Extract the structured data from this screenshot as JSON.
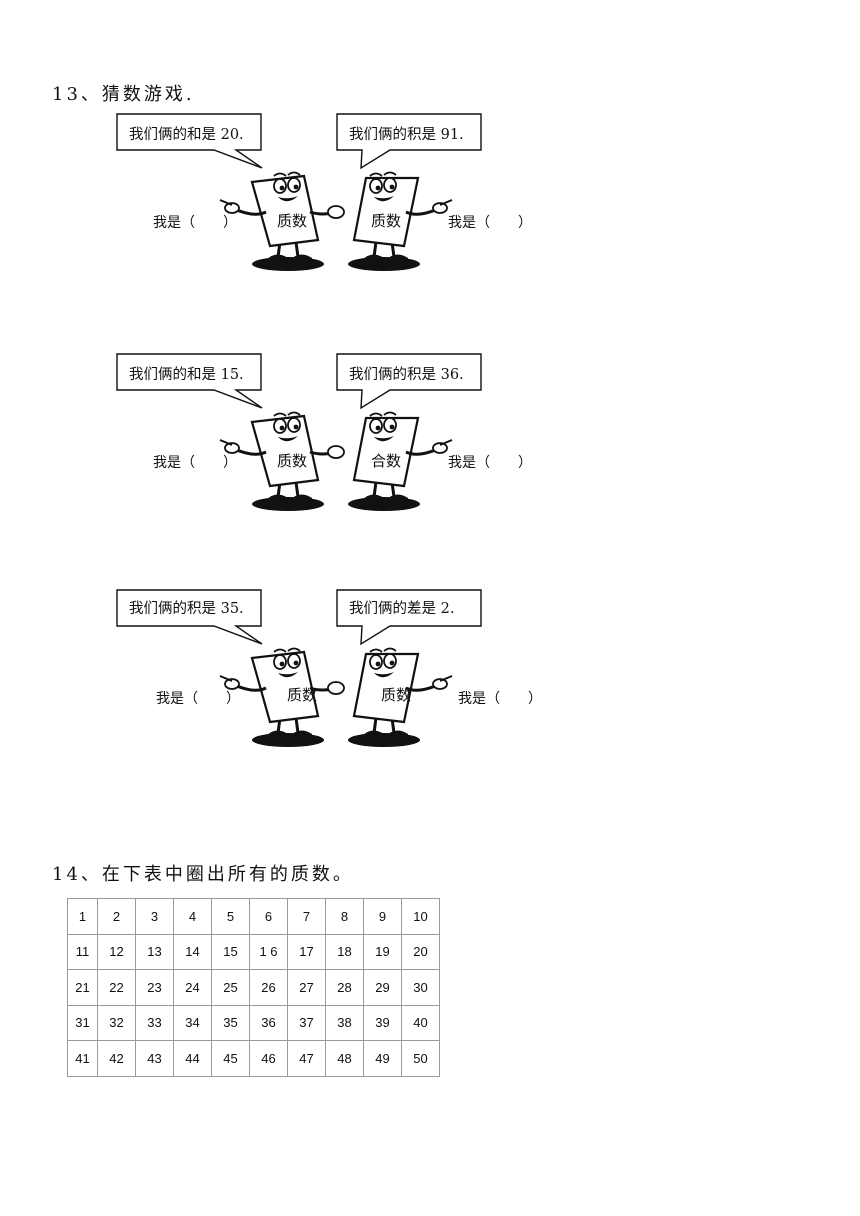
{
  "q13": {
    "title": "13、猜数游戏.",
    "scenes": [
      {
        "left_bubble": "我们俩的和是 20.",
        "right_bubble": "我们俩的积是 91.",
        "left_card": "质数",
        "right_card": "质数",
        "left_answer": "我是（　　）",
        "right_answer": "我是（　　）"
      },
      {
        "left_bubble": "我们俩的和是 15.",
        "right_bubble": "我们俩的积是 36.",
        "left_card": "质数",
        "right_card": "合数",
        "left_answer": "我是（　　）",
        "right_answer": "我是（　　）"
      },
      {
        "left_bubble": "我们俩的积是 35.",
        "right_bubble": "我们俩的差是 2.",
        "left_card": "质数",
        "right_card": "质数",
        "left_answer": "我是（　　）",
        "right_answer": "我是（　　）"
      }
    ]
  },
  "q14": {
    "title": "14、在下表中圈出所有的质数。",
    "rows": [
      [
        "1",
        "2",
        "3",
        "4",
        "5",
        "6",
        "7",
        "8",
        "9",
        "10"
      ],
      [
        "11",
        "12",
        "13",
        "14",
        "15",
        "1 6",
        "17",
        "18",
        "19",
        "20"
      ],
      [
        "21",
        "22",
        "23",
        "24",
        "25",
        "26",
        "27",
        "28",
        "29",
        "30"
      ],
      [
        "31",
        "32",
        "33",
        "34",
        "35",
        "36",
        "37",
        "38",
        "39",
        "40"
      ],
      [
        "41",
        "42",
        "43",
        "44",
        "45",
        "46",
        "47",
        "48",
        "49",
        "50"
      ]
    ]
  }
}
